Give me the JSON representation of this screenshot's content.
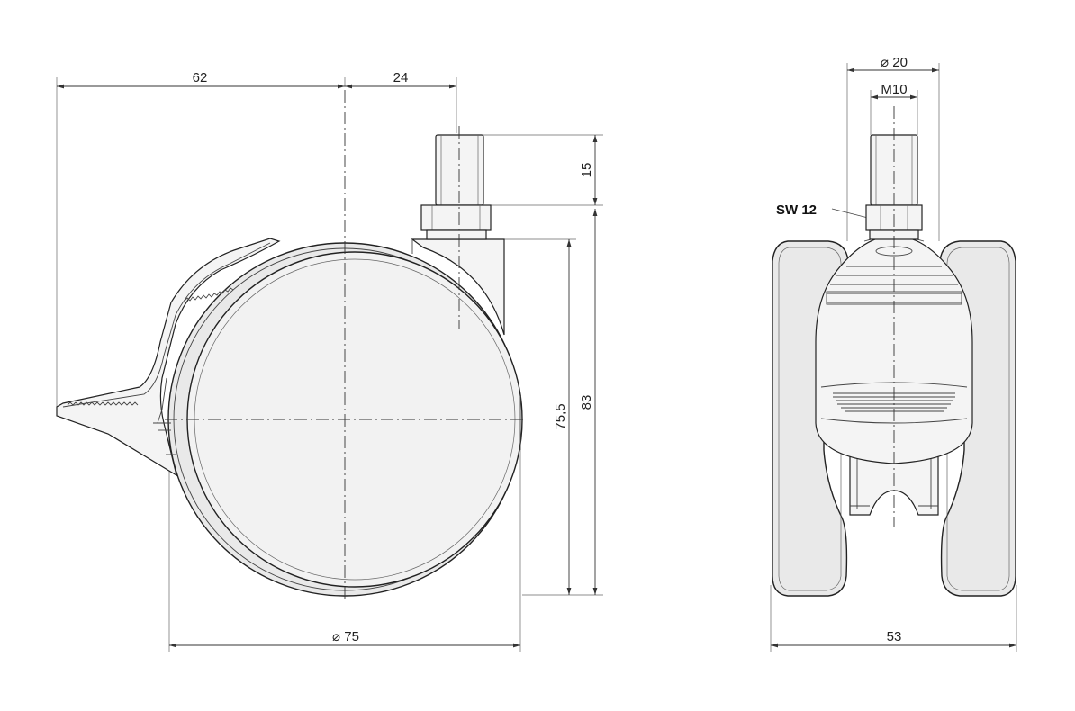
{
  "drawing": {
    "side_view": {
      "dim_top_left": "62",
      "dim_top_right": "24",
      "dim_stem": "15",
      "dim_wheel_height": "75,5",
      "dim_total_height": "83",
      "dim_wheel_diameter": "⌀ 75"
    },
    "front_view": {
      "dim_outer_diameter": "⌀ 20",
      "dim_thread": "M10",
      "label_wrench": "SW 12",
      "dim_width": "53"
    },
    "colors": {
      "line": "#222222",
      "wheel_fill": "#e9e9e9",
      "background": "#ffffff"
    }
  }
}
